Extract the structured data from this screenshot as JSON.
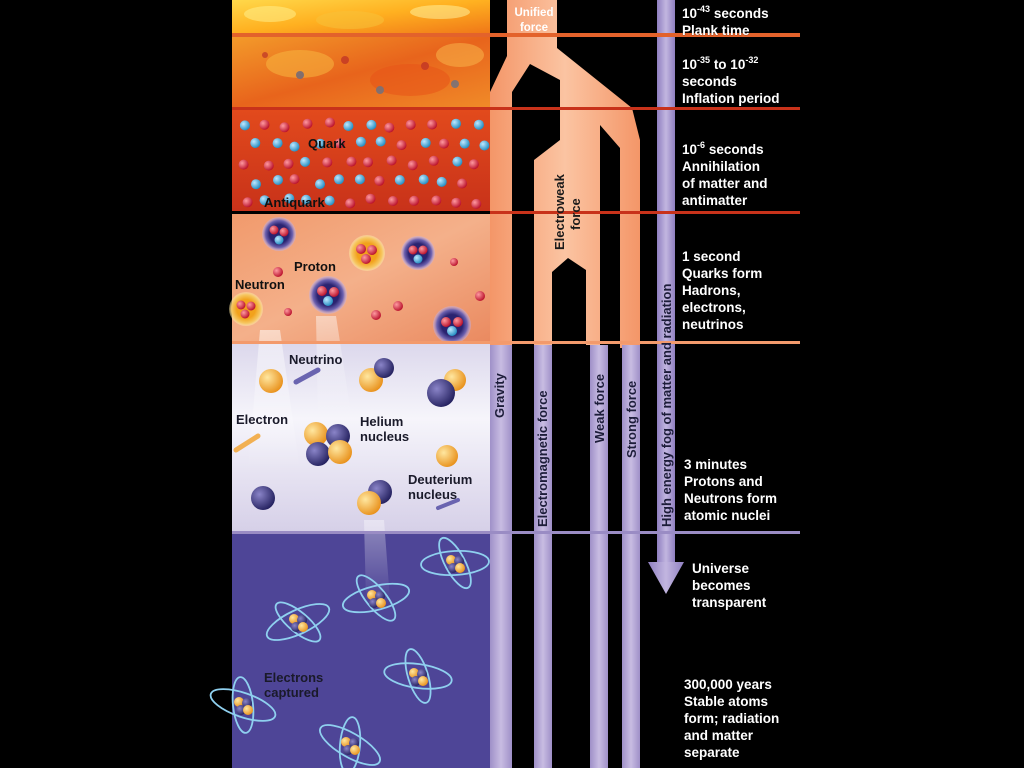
{
  "colors": {
    "background": "#000000",
    "timeline_line": "#e3622b",
    "force_orange": "#f6a979",
    "force_lavender": "#b6a5d3",
    "atom_band": "#4e4597"
  },
  "diagram": {
    "unified_force": [
      "Unified",
      "force"
    ],
    "electroweak_force": [
      "Electroweak",
      "force"
    ],
    "forces": {
      "gravity": "Gravity",
      "electromagnetic": "Electromagnetic force",
      "weak": "Weak force",
      "strong": "Strong force",
      "fog": "High energy fog of matter and radiation"
    },
    "particles": {
      "quark": "Quark",
      "antiquark": "Antiquark",
      "proton": "Proton",
      "neutron": "Neutron",
      "neutrino": "Neutrino",
      "electron": "Electron",
      "helium": [
        "Helium",
        "nucleus"
      ],
      "deuterium": [
        "Deuterium",
        "nucleus"
      ],
      "electrons_captured": [
        "Electrons",
        "captured"
      ]
    }
  },
  "timeline": [
    {
      "exp": "-43",
      "lines": [
        "10",
        "seconds",
        "Plank time"
      ]
    },
    {
      "exp": "-35",
      "exp2": "-32",
      "lines": [
        "10",
        "to 10",
        "seconds",
        "Inflation period"
      ]
    },
    {
      "exp": "-6",
      "lines": [
        "10",
        "seconds",
        "Annihilation",
        "of matter and",
        "antimatter"
      ]
    },
    {
      "lines": [
        "1 second",
        "Quarks form",
        "Hadrons,",
        "electrons,",
        "neutrinos"
      ]
    },
    {
      "lines": [
        "3 minutes",
        "Protons and",
        "Neutrons form",
        "atomic nuclei"
      ]
    },
    {
      "lines": [
        "Universe",
        "becomes",
        "transparent"
      ]
    },
    {
      "lines": [
        "300,000 years",
        "Stable atoms",
        "form; radiation",
        "and matter",
        "separate"
      ]
    }
  ]
}
